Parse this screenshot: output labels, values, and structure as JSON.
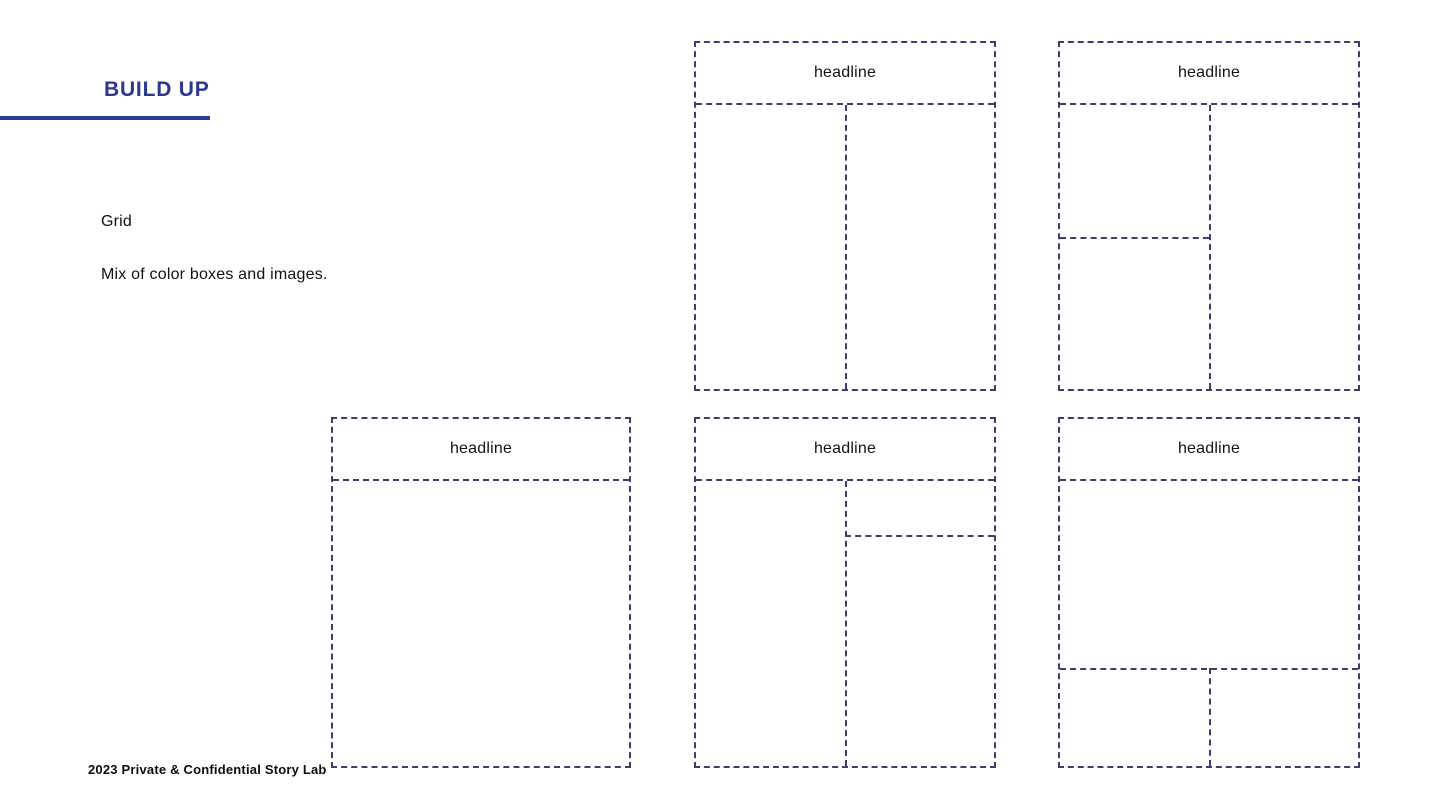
{
  "slide": {
    "title": "BUILD UP",
    "notes": {
      "line1": "Grid",
      "line2": "Mix of color boxes and images."
    },
    "footer": "2023 Private & Confidential Story Lab"
  },
  "colors": {
    "accent_navy": "#2b3990",
    "wireframe_dash": "#3e3e6e",
    "text_black": "#111111"
  },
  "panels": [
    {
      "id": "top-middle",
      "headline": "headline",
      "layout": "headline over two equal columns"
    },
    {
      "id": "top-right",
      "headline": "headline",
      "layout": "headline over split left column and full right column"
    },
    {
      "id": "bottom-left",
      "headline": "headline",
      "layout": "headline over single full box"
    },
    {
      "id": "bottom-middle",
      "headline": "headline",
      "layout": "headline over full left column and split right column"
    },
    {
      "id": "bottom-right",
      "headline": "headline",
      "layout": "headline over full-width box and two bottom boxes"
    }
  ]
}
